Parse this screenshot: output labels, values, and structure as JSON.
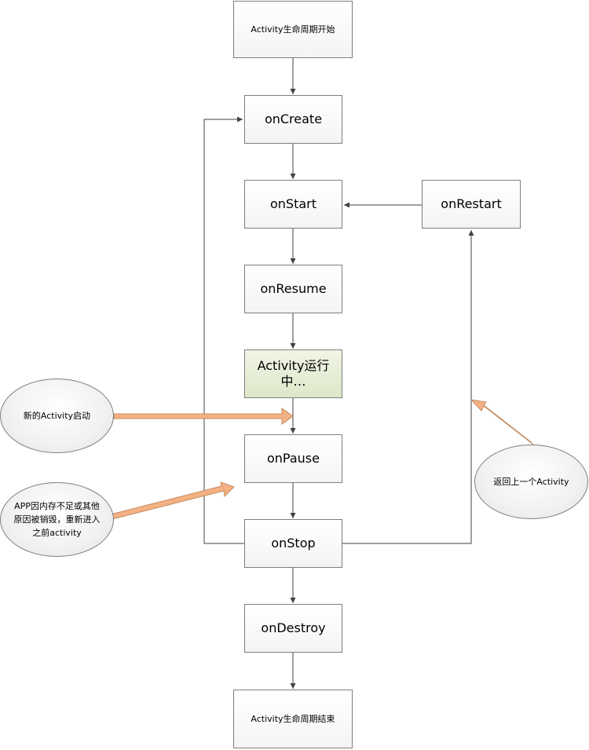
{
  "nodes": {
    "start": "Activity生命周期开始",
    "oncreate": "onCreate",
    "onstart": "onStart",
    "onrestart": "onRestart",
    "onresume": "onResume",
    "running": "Activity运行中…",
    "onpause": "onPause",
    "onstop": "onStop",
    "ondestroy": "onDestroy",
    "end": "Activity生命周期结束"
  },
  "notes": {
    "new_activity": "新的Activity启动",
    "killed": "APP因内存不足或其他原因被销毁，重新进入之前activity",
    "back": "返回上一个Activity"
  },
  "colors": {
    "box_border": "#7f7f7f",
    "line": "#404040",
    "running_fill": "#e4ecd5",
    "callout_arrow_fill": "#f4b183",
    "callout_arrow_stroke": "#c58b5f"
  }
}
